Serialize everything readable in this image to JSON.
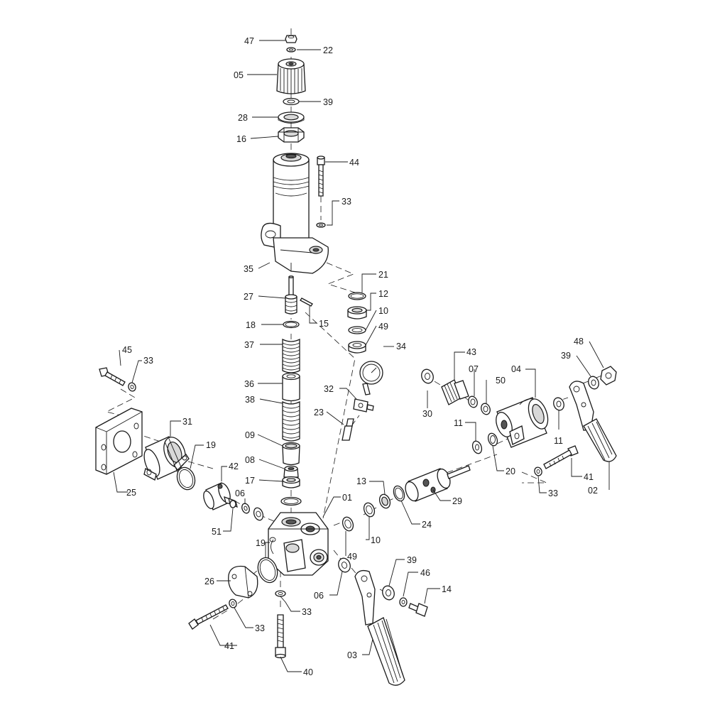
{
  "callouts": [
    {
      "id": "p47a",
      "label": "47"
    },
    {
      "id": "p22",
      "label": "22"
    },
    {
      "id": "p05",
      "label": "05"
    },
    {
      "id": "p39a",
      "label": "39"
    },
    {
      "id": "p28",
      "label": "28"
    },
    {
      "id": "p16",
      "label": "16"
    },
    {
      "id": "p44",
      "label": "44"
    },
    {
      "id": "p33a",
      "label": "33"
    },
    {
      "id": "p35",
      "label": "35"
    },
    {
      "id": "p21",
      "label": "21"
    },
    {
      "id": "p27",
      "label": "27"
    },
    {
      "id": "p12",
      "label": "12"
    },
    {
      "id": "p10a",
      "label": "10"
    },
    {
      "id": "p15",
      "label": "15"
    },
    {
      "id": "p18",
      "label": "18"
    },
    {
      "id": "p49a",
      "label": "49"
    },
    {
      "id": "p37",
      "label": "37"
    },
    {
      "id": "p34",
      "label": "34"
    },
    {
      "id": "p45",
      "label": "45"
    },
    {
      "id": "p33b",
      "label": "33"
    },
    {
      "id": "p43",
      "label": "43"
    },
    {
      "id": "p48",
      "label": "48"
    },
    {
      "id": "p39b",
      "label": "39"
    },
    {
      "id": "p07",
      "label": "07"
    },
    {
      "id": "p04",
      "label": "04"
    },
    {
      "id": "p50",
      "label": "50"
    },
    {
      "id": "p36",
      "label": "36"
    },
    {
      "id": "p32",
      "label": "32"
    },
    {
      "id": "p38",
      "label": "38"
    },
    {
      "id": "p30",
      "label": "30"
    },
    {
      "id": "p23",
      "label": "23"
    },
    {
      "id": "p31",
      "label": "31"
    },
    {
      "id": "p11a",
      "label": "11"
    },
    {
      "id": "p11b",
      "label": "11"
    },
    {
      "id": "p09",
      "label": "09"
    },
    {
      "id": "p19a",
      "label": "19"
    },
    {
      "id": "p08",
      "label": "08"
    },
    {
      "id": "p42",
      "label": "42"
    },
    {
      "id": "p20",
      "label": "20"
    },
    {
      "id": "p41a",
      "label": "41"
    },
    {
      "id": "p17",
      "label": "17"
    },
    {
      "id": "p13",
      "label": "13"
    },
    {
      "id": "p33c",
      "label": "33"
    },
    {
      "id": "p02",
      "label": "02"
    },
    {
      "id": "p25",
      "label": "25"
    },
    {
      "id": "p06a",
      "label": "06"
    },
    {
      "id": "p01",
      "label": "01"
    },
    {
      "id": "p29",
      "label": "29"
    },
    {
      "id": "p51",
      "label": "51"
    },
    {
      "id": "p24",
      "label": "24"
    },
    {
      "id": "p10b",
      "label": "10"
    },
    {
      "id": "p19b",
      "label": "19"
    },
    {
      "id": "p49b",
      "label": "49"
    },
    {
      "id": "p39c",
      "label": "39"
    },
    {
      "id": "p46",
      "label": "46"
    },
    {
      "id": "p26",
      "label": "26"
    },
    {
      "id": "p06b",
      "label": "06"
    },
    {
      "id": "p14",
      "label": "14"
    },
    {
      "id": "p33d",
      "label": "33"
    },
    {
      "id": "p33e",
      "label": "33"
    },
    {
      "id": "p41b",
      "label": "41"
    },
    {
      "id": "p03",
      "label": "03"
    },
    {
      "id": "p40",
      "label": "40"
    }
  ]
}
